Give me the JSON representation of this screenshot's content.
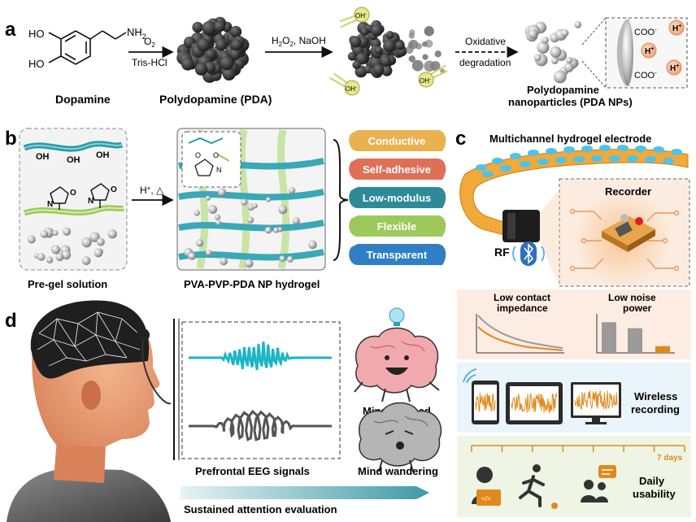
{
  "panels": {
    "a": "a",
    "b": "b",
    "c": "c",
    "d": "d"
  },
  "panel_a": {
    "dopamine_label": "Dopamine",
    "ho1": "HO",
    "ho2": "HO",
    "nh2": "NH",
    "nh2_sub": "2",
    "step1_top": "O",
    "step1_top_sub": "2",
    "step1_bottom": "Tris-HCl",
    "pda_label": "Polydopamine (PDA)",
    "step2_h2o2": "H",
    "step2_sub1": "2",
    "step2_o": "O",
    "step2_sub2": "2",
    "step2_naoh": ", NaOH",
    "oh_label": "OH",
    "oh_charge": "-",
    "oxidative_1": "Oxidative",
    "oxidative_2": "degradation",
    "nps_label_1": "Polydopamine",
    "nps_label_2": "nanoparticles (PDA NPs)",
    "coo": "COO",
    "coo_charge": "-",
    "h_plus": "H",
    "h_plus_charge": "+"
  },
  "panel_b": {
    "oh": "OH",
    "n": "N",
    "o": "O",
    "arrow_label": "H",
    "arrow_sup": "+",
    "arrow_heat": ", △",
    "pregel_label": "Pre-gel solution",
    "hydrogel_label": "PVA-PVP-PDA NP hydrogel",
    "properties": [
      {
        "name": "Conductive",
        "color": "#e9b24f"
      },
      {
        "name": "Self-adhesive",
        "color": "#de7057"
      },
      {
        "name": "Low-modulus",
        "color": "#2e8a98"
      },
      {
        "name": "Flexible",
        "color": "#9cc95a"
      },
      {
        "name": "Transparent",
        "color": "#2f7fc4"
      }
    ]
  },
  "panel_c": {
    "title": "Multichannel hydrogel electrode",
    "recorder": "Recorder",
    "rf": "RF",
    "impedance_1": "Low contact",
    "impedance_2": "impedance",
    "noise_1": "Low noise",
    "noise_2": "power",
    "noise_bars": [
      0.82,
      0.66,
      0.18
    ],
    "wireless_1": "Wireless",
    "wireless_2": "recording",
    "days": "7 days",
    "daily_1": "Daily",
    "daily_2": "usability"
  },
  "panel_d": {
    "eeg_label": "Prefrontal EEG signals",
    "focused": "Mind focused",
    "wandering": "Mind wandering",
    "sustained": "Sustained attention evaluation"
  },
  "colors": {
    "cyan": "#1bb5c4",
    "orange": "#e08a1e",
    "electrode": "#f0a93a",
    "pad": "#4ec3e8",
    "dark": "#222222"
  }
}
